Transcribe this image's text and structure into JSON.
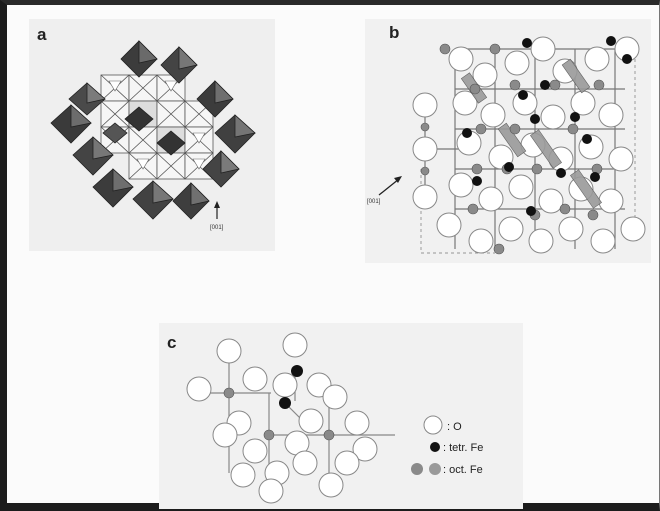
{
  "panels": {
    "a": {
      "label": "a",
      "direction": "[001]"
    },
    "b": {
      "label": "b",
      "direction": "[001]"
    },
    "c": {
      "label": "c"
    }
  },
  "legend": [
    {
      "symbol": "open-circle",
      "text": ": O"
    },
    {
      "symbol": "black-circle",
      "text": ": tetr. Fe"
    },
    {
      "symbol": "grey-circles",
      "text": ": oct. Fe"
    }
  ],
  "colors": {
    "frame": "#1c1c1c",
    "panel_bg": "#efefef",
    "oxygen": "#ffffff",
    "tetr_fe": "#111111",
    "oct_fe": "#8a8a8a",
    "octahedra": "#4a4a4a"
  }
}
